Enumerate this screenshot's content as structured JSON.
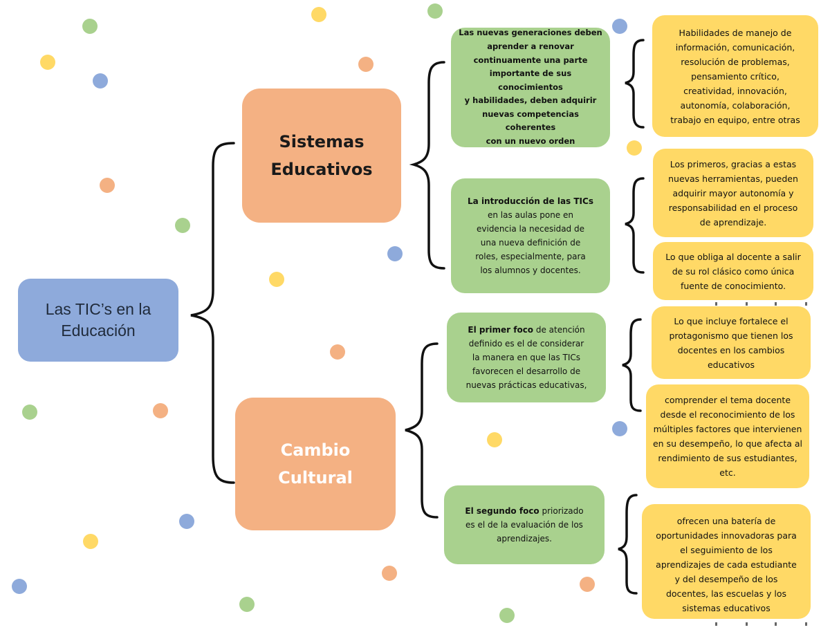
{
  "colors": {
    "root": "#8eaadb",
    "branch": "#f4b183",
    "green_box": "#a9d18e",
    "yellow_box": "#ffd966",
    "dot_blue": "#8eaadb",
    "dot_yellow": "#ffd966",
    "dot_green": "#a9d18e",
    "dot_orange": "#f4b183",
    "bracket": "#111111"
  },
  "root": {
    "label": "Las TIC’s en la\nEducación"
  },
  "branches": [
    {
      "label": "Sistemas\nEducativos"
    },
    {
      "label": "Cambio\nCultural"
    }
  ],
  "ideas": [
    {
      "text": "Las nuevas generaciones deben\naprender a renovar\ncontinuamente una parte\nimportante de sus conocimientos\ny habilidades, deben adquirir\nnuevas competencias coherentes\ncon un nuevo orden"
    },
    {
      "bold": "La introducción de las TICs",
      "text": "en las aulas pone en\nevidencia la necesidad de\nuna nueva definición de\nroles, especialmente, para\nlos alumnos y docentes."
    },
    {
      "bold": "El primer foco",
      "text": " de atención\ndefinido es el de considerar\nla manera en que las TICs\nfavorecen el desarrollo de\nnuevas prácticas educativas,"
    },
    {
      "bold": "El segundo foco",
      "text": " priorizado\nes el de la evaluación de los\naprendizajes."
    }
  ],
  "details": [
    {
      "text": "Habilidades de manejo de\ninformación, comunicación,\nresolución de problemas,\npensamiento crítico,\ncreatividad, innovación,\nautonomía, colaboración,\ntrabajo en equipo, entre otras"
    },
    {
      "text": "Los primeros, gracias a estas\nnuevas herramientas, pueden\nadquirir mayor autonomía y\nresponsabilidad en el proceso\nde aprendizaje."
    },
    {
      "text": "Lo que obliga al docente a salir\nde su rol clásico como única\nfuente de conocimiento."
    },
    {
      "text": "Lo que incluye fortalece el\nprotagonismo que tienen los\ndocentes en los cambios\neducativos"
    },
    {
      "text": "comprender el tema docente\ndesde el reconocimiento de los\nmúltiples factores que intervienen\nen su desempeño, lo que afecta al\nrendimiento de sus estudiantes,\netc."
    },
    {
      "text": "ofrecen una batería de\noportunidades innovadoras para\nel seguimiento de los\naprendizajes de cada estudiante\ny del desempeño de los\ndocentes, las escuelas y los\nsistemas educativos"
    }
  ]
}
